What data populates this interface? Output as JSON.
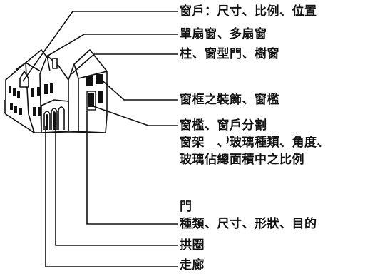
{
  "labels": {
    "window": "窗戶：尺寸、比例、位置",
    "sash_types": "單扇窗、多扇窗",
    "column_window_door": "柱、窗型門、樹窗",
    "frame_decoration": "窗框之裝飾、窗檻",
    "sill_division": "窗檻、窗戶分割",
    "frame_glass_1": "窗架　、玻璃種類、角度、",
    "frame_glass_2": "玻璃佔總面積中之比例",
    "door": "門",
    "door_details": "種類、尺寸、形狀、目的",
    "arch": "拱圈",
    "corridor": "走廊"
  }
}
